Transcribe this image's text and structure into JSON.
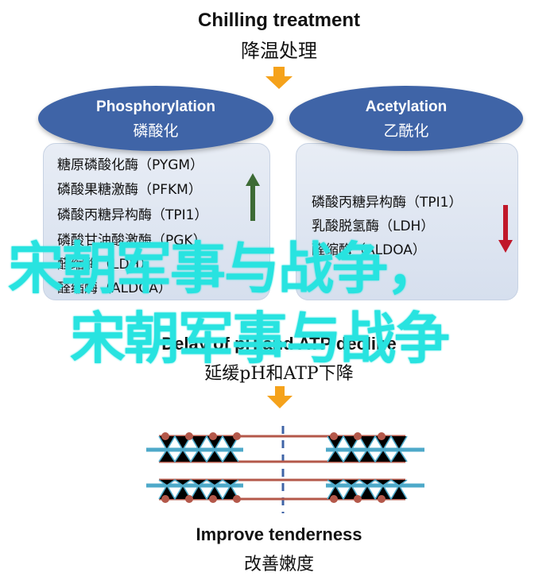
{
  "top": {
    "title_en": "Chilling treatment",
    "title_cn": "降温处理"
  },
  "left_ellipse": {
    "en": "Phosphorylation",
    "cn": "磷酸化"
  },
  "right_ellipse": {
    "en": "Acetylation",
    "cn": "乙酰化"
  },
  "left_panel": {
    "items": [
      "糖原磷酸化酶（PYGM）",
      "磷酸果糖激酶（PFKM）",
      "磷酸丙糖异构酶（TPI1）",
      "磷酸甘油酸激酶（PGK）",
      "醛缩酶（LDH）",
      "醛缩酶（ALDOA）"
    ],
    "arrow": "up",
    "arrow_color": "#3d6b35"
  },
  "right_panel": {
    "items": [
      "磷酸丙糖异构酶（TPI1）",
      "乳酸脱氢酶（LDH）",
      "醛缩酶（ALDOA）"
    ],
    "arrow": "down",
    "arrow_color": "#c0182a"
  },
  "middle": {
    "en": "Delay of pH and ATP decline",
    "cn": "延缓pH和ATP下降"
  },
  "overlay": {
    "line1": "宋朝军事与战争，",
    "line2": "宋朝军事与战争"
  },
  "bottom": {
    "en": "Improve tenderness",
    "cn": "改善嫩度"
  },
  "colors": {
    "ellipse": "#3f64a7",
    "arrow_orange": "#f5a21b",
    "filament_brown": "#b4584a",
    "filament_blue": "#4ea9c9",
    "overlay_cyan": "#28e3e0"
  }
}
